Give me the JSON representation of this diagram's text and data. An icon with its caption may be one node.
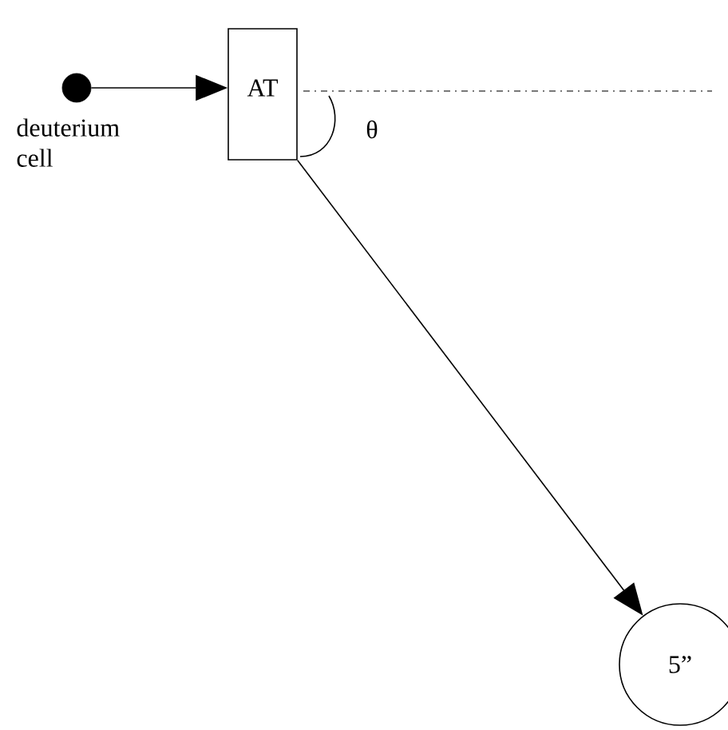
{
  "diagram": {
    "nodes": [
      {
        "text": [],
        "shape": "circle",
        "beside": [
          "deuterium cell"
        ]
      },
      {
        "text": [
          "AT"
        ]
      },
      {
        "text": [
          "5”"
        ]
      }
    ],
    "edges": [
      {
        "from": 0,
        "to": 1,
        "arrow": "to"
      },
      {
        "from": 1,
        "to": 2,
        "arrow": "to"
      }
    ],
    "labels": [
      "θ"
    ]
  }
}
